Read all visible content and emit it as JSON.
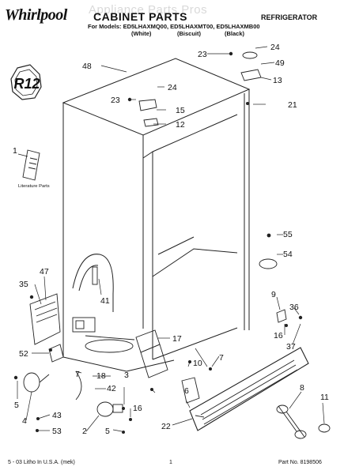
{
  "header": {
    "brand_logo": "Whirlpool",
    "watermark": "Appliance Parts Pros",
    "title": "CABINET PARTS",
    "category": "REFRIGERATOR",
    "models_line": "For Models: ED5LHAXMQ00, ED5LHAXMT00, ED5LHAXMB00",
    "color_white": "(White)",
    "color_biscuit": "(Biscuit)",
    "color_black": "(Black)"
  },
  "badge": {
    "text": "R12"
  },
  "literature": {
    "label": "Literature Parts"
  },
  "callouts": {
    "c1": "1",
    "c2": "2",
    "c3": "3",
    "c4": "4",
    "c5a": "5",
    "c5b": "5",
    "c6": "6",
    "c7": "7",
    "c8": "8",
    "c9": "9",
    "c10": "10",
    "c11": "11",
    "c12": "12",
    "c13": "13",
    "c15": "15",
    "c16a": "16",
    "c16b": "16",
    "c17": "17",
    "c18": "18",
    "c21": "21",
    "c22": "22",
    "c23a": "23",
    "c23b": "23",
    "c24a": "24",
    "c24b": "24",
    "c35": "35",
    "c36": "36",
    "c37": "37",
    "c41": "41",
    "c42": "42",
    "c43": "43",
    "c47": "47",
    "c48": "48",
    "c49": "49",
    "c52": "52",
    "c53": "53",
    "c54": "54",
    "c55": "55"
  },
  "footer": {
    "left": "5 - 03 Litho In U.S.A. (mek)",
    "page": "1",
    "part_no": "Part No. 8198506"
  }
}
